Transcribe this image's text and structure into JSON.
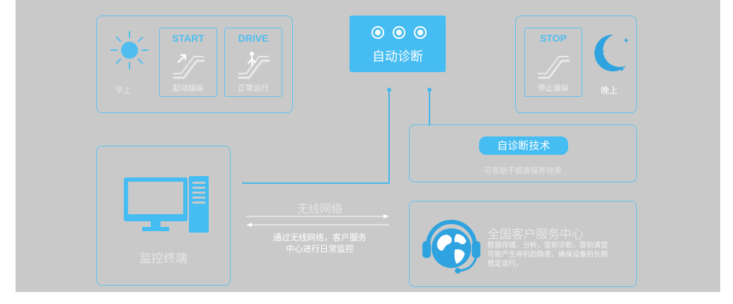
{
  "colors": {
    "background": "#c9c9c9",
    "accent": "#4fbdf0",
    "accent_dark": "#2ea3e0",
    "line": "#49b6ea",
    "muted_text": "#e6e6e6"
  },
  "morning_panel": {
    "sun_icon": "sun-icon",
    "label": "早上",
    "cards": [
      {
        "title": "START",
        "caption": "起动操纵",
        "icon": "escalator-start-icon"
      },
      {
        "title": "DRIVE",
        "caption": "正常运行",
        "icon": "escalator-person-icon"
      }
    ]
  },
  "center_panel": {
    "label": "自动诊断",
    "icons": [
      "target-icon",
      "target-icon",
      "target-icon"
    ]
  },
  "night_panel": {
    "card": {
      "title": "STOP",
      "caption": "停止操纵",
      "icon": "escalator-stop-icon"
    },
    "moon_icon": "moon-icon",
    "label": "晚上"
  },
  "self_diagnosis": {
    "title": "自诊断技术",
    "subtitle": "可有助于提高保养效率"
  },
  "terminal": {
    "label": "监控终端",
    "icon": "computer-icon"
  },
  "network": {
    "label": "无线网络",
    "caption_line1": "通过无线网络，客户服务",
    "caption_line2": "中心进行日常监控"
  },
  "service_center": {
    "title": "全国客户服务中心",
    "icon": "globe-headset-icon",
    "desc_line1": "数据存储、分析，提前诊断，提前清楚",
    "desc_line2": "可能产生停机的隐患，确保设备的长期",
    "desc_line3": "稳定运行。"
  }
}
